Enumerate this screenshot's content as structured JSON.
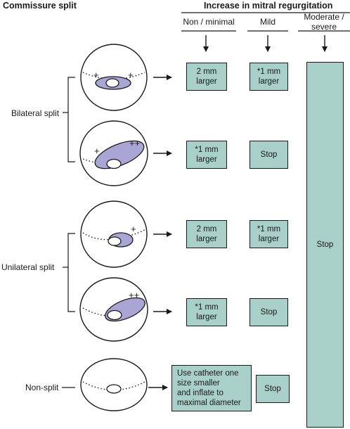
{
  "header": {
    "left_title": "Commissure split",
    "right_title": "Increase in mitral regurgitation",
    "columns": [
      "Non / minimal",
      "Mild",
      "Moderate /\nsevere"
    ]
  },
  "groups": {
    "bilateral": "Bilateral split",
    "unilateral": "Unilateral split",
    "nonsplit": "Non-split"
  },
  "rows": [
    {
      "symbols": [
        "+",
        "+"
      ],
      "non": "2 mm\nlarger",
      "mild": "*1 mm\nlarger"
    },
    {
      "symbols": [
        "+",
        "++"
      ],
      "non": "*1 mm\nlarger",
      "mild": "Stop"
    },
    {
      "symbols": [
        "+"
      ],
      "non": "2 mm\nlarger",
      "mild": "*1 mm\nlarger"
    },
    {
      "symbols": [
        "++"
      ],
      "non": "*1 mm\nlarger",
      "mild": "Stop"
    },
    {
      "symbols": [],
      "non": "Use catheter one\nsize smaller\nand inflate to\nmaximal diameter",
      "mild": "Stop"
    }
  ],
  "severe_action": "Stop",
  "colors": {
    "box_fill": "#a8cfc8",
    "leaflet_fill": "#a9a6d6",
    "line": "#1a1a1a"
  }
}
